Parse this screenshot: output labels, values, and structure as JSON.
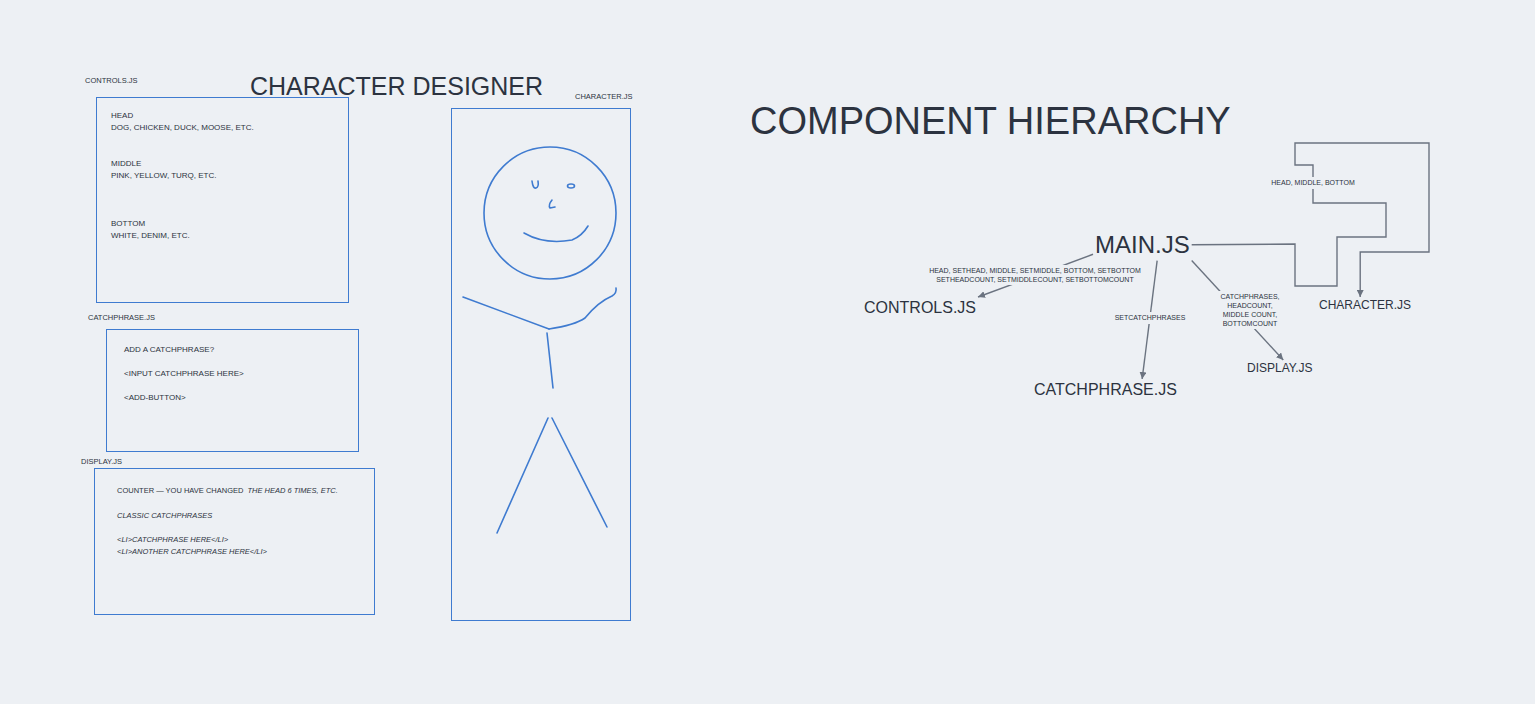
{
  "diagram": {
    "nodes": [
      {
        "text": [
          "CONTROLS.JS",
          "HEAD",
          "DOG, CHICKEN, DUCK, MOOSE, ETC.",
          "MIDDLE",
          "PINK, YELLOW, TURQ, ETC.",
          "BOTTOM",
          "WHITE, DENIM, ETC."
        ]
      },
      {
        "text": [
          "CATCHPHRASE.JS",
          "ADD A CATCHPHRASE?",
          "<INPUT CATCHPHRASE HERE>",
          "<ADD-BUTTON>"
        ]
      },
      {
        "text": [
          "DISPLAY.JS",
          "COUNTER — YOU HAVE CHANGED",
          "THE HEAD 6 TIMES, ETC.",
          "CLASSIC CATCHPHRASES",
          "<LI>CATCHPHRASE HERE</LI>",
          "<LI>ANOTHER CATCHPHRASE HERE</LI>"
        ]
      },
      {
        "text": [
          "CHARACTER.JS"
        ]
      },
      {
        "text": [
          "MAIN.JS"
        ]
      },
      {
        "text": [
          "CONTROLS.JS"
        ]
      },
      {
        "text": [
          "CATCHPHRASE.JS"
        ]
      },
      {
        "text": [
          "DISPLAY.JS"
        ]
      },
      {
        "text": [
          "CHARACTER.JS"
        ]
      }
    ],
    "edges": [
      {
        "from": 4,
        "to": 5,
        "label": "HEAD, SETHEAD, MIDDLE, SETMIDDLE, BOTTOM, SETBOTTOM SETHEADCOUNT, SETMIDDLECOUNT, SETBOTTOMCOUNT",
        "arrow": "to"
      },
      {
        "from": 4,
        "to": 6,
        "label": "SETCATCHPHRASES",
        "arrow": "to"
      },
      {
        "from": 4,
        "to": 7,
        "label": "CATCHPHRASES, HEADCOUNT, MIDDLE COUNT, BOTTOMCOUNT",
        "arrow": "to"
      },
      {
        "from": 4,
        "to": 8,
        "label": "HEAD, MIDDLE, BOTTOM",
        "arrow": "to"
      }
    ],
    "labels": [
      "CHARACTER DESIGNER",
      "COMPONENT HIERARCHY"
    ]
  }
}
